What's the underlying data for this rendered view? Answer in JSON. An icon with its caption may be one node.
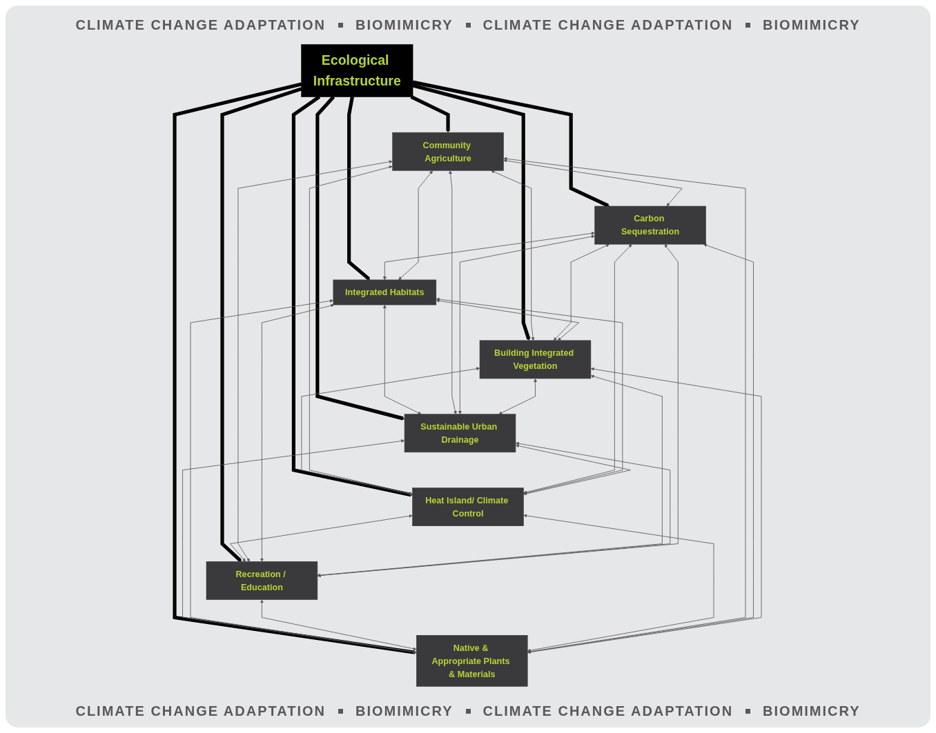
{
  "diagram": {
    "nodes": [
      {
        "text": [
          "Community Agriculture"
        ]
      },
      {
        "text": [
          "Carbon Sequestration"
        ]
      },
      {
        "text": [
          "Integrated Habitats"
        ]
      },
      {
        "text": [
          "Building Integrated Vegetation"
        ]
      },
      {
        "text": [
          "Ecological Infrastructure"
        ]
      },
      {
        "text": [
          "Sustainable Urban Drainage"
        ]
      },
      {
        "text": [
          "Heat Island/ Climate Control"
        ]
      },
      {
        "text": [
          "Recreation / Education"
        ]
      },
      {
        "text": [
          "Native & Appropriate Plants & Materials"
        ]
      }
    ],
    "edges": [
      {
        "from": 4,
        "to": 0,
        "arrow": "to",
        "style": "thick",
        "color": "#000000"
      },
      {
        "from": 4,
        "to": 1,
        "arrow": "to",
        "style": "thick",
        "color": "#000000"
      },
      {
        "from": 4,
        "to": 2,
        "arrow": "to",
        "style": "thick",
        "color": "#000000"
      },
      {
        "from": 4,
        "to": 3,
        "arrow": "to",
        "style": "thick",
        "color": "#000000"
      },
      {
        "from": 4,
        "to": 5,
        "arrow": "to",
        "style": "thick",
        "color": "#000000"
      },
      {
        "from": 4,
        "to": 6,
        "arrow": "to",
        "style": "thick",
        "color": "#000000"
      },
      {
        "from": 4,
        "to": 7,
        "arrow": "to",
        "style": "thick",
        "color": "#000000"
      },
      {
        "from": 4,
        "to": 8,
        "arrow": "to",
        "style": "thick",
        "color": "#000000"
      },
      {
        "from": 0,
        "to": 1,
        "arrow": "both"
      },
      {
        "from": 1,
        "to": 2,
        "arrow": "both"
      },
      {
        "from": 0,
        "to": 2,
        "arrow": "both"
      },
      {
        "from": 0,
        "to": 3,
        "arrow": "both"
      },
      {
        "from": 3,
        "to": 6,
        "arrow": "both"
      },
      {
        "from": 0,
        "to": 6,
        "arrow": "both"
      },
      {
        "from": 2,
        "to": 5,
        "arrow": "both"
      },
      {
        "from": 5,
        "to": 8,
        "arrow": "both"
      },
      {
        "from": 2,
        "to": 8,
        "arrow": "both"
      },
      {
        "from": 6,
        "to": 7,
        "arrow": "both"
      },
      {
        "from": 7,
        "to": 8,
        "arrow": "both"
      },
      {
        "from": 6,
        "to": 8,
        "arrow": "both"
      },
      {
        "from": 1,
        "to": 3,
        "arrow": "both"
      },
      {
        "from": 0,
        "to": 5,
        "arrow": "both"
      },
      {
        "from": 0,
        "to": 8,
        "arrow": "both"
      },
      {
        "from": 0,
        "to": 7,
        "arrow": "both"
      },
      {
        "from": 1,
        "to": 6,
        "arrow": "both"
      },
      {
        "from": 2,
        "to": 3,
        "arrow": "both"
      },
      {
        "from": 2,
        "to": 6,
        "arrow": "both"
      },
      {
        "from": 1,
        "to": 8,
        "arrow": "both"
      },
      {
        "from": 1,
        "to": 5,
        "arrow": "both"
      },
      {
        "from": 2,
        "to": 7,
        "arrow": "both"
      },
      {
        "from": 3,
        "to": 8,
        "arrow": "both"
      },
      {
        "from": 3,
        "to": 7,
        "arrow": "both"
      },
      {
        "from": 5,
        "to": 6,
        "arrow": "both"
      },
      {
        "from": 5,
        "to": 7,
        "arrow": "both"
      },
      {
        "from": 1,
        "to": 7,
        "arrow": "both"
      },
      {
        "from": 3,
        "to": 5,
        "arrow": "both"
      }
    ],
    "labels": [
      "CLIMATE CHANGE ADAPTATION",
      "BIOMIMICRY",
      "CLIMATE CHANGE ADAPTATION",
      "BIOMIMICRY",
      "CLIMATE CHANGE ADAPTATION",
      "BIOMIMICRY",
      "CLIMATE CHANGE ADAPTATION",
      "BIOMIMICRY"
    ]
  }
}
